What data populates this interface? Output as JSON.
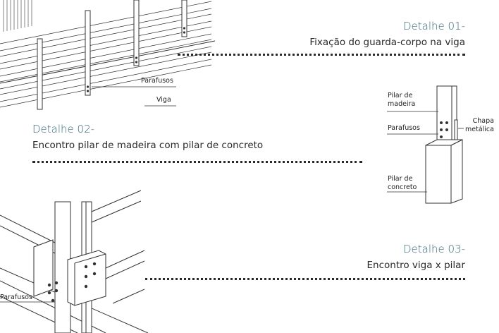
{
  "detail1": {
    "title": "Detalhe 01-",
    "subtitle": "Fixação do guarda-corpo na viga",
    "labels": {
      "screws": "Parafusos",
      "beam": "Viga"
    }
  },
  "detail2": {
    "title": "Detalhe 02-",
    "subtitle": "Encontro pilar de madeira com pilar de concreto",
    "labels": {
      "wood_pillar_1": "Pilar de",
      "wood_pillar_2": "madeira",
      "screws": "Parafusos",
      "plate_1": "Chapa",
      "plate_2": "metálica",
      "concrete_pillar_1": "Pilar de",
      "concrete_pillar_2": "concreto"
    }
  },
  "detail3": {
    "title": "Detalhe 03-",
    "subtitle": "Encontro viga x pilar",
    "labels": {
      "screws": "Parafusos"
    }
  },
  "colors": {
    "accent": "#2f6a82",
    "ink": "#2a2a2a",
    "paper": "#ffffff"
  }
}
